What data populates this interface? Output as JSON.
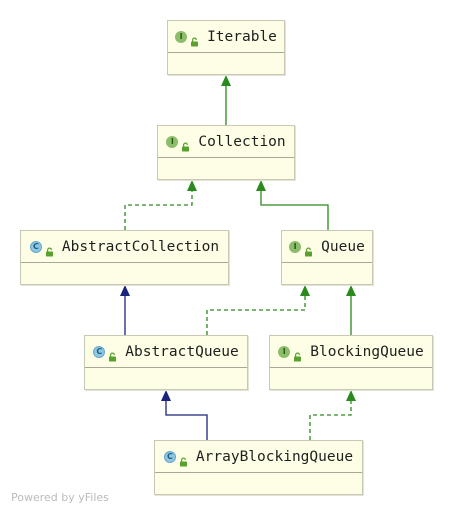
{
  "nodes": [
    {
      "id": "iterable",
      "label": "Iterable",
      "kind": "interface",
      "kind_letter": "I",
      "icon": "interface-icon"
    },
    {
      "id": "collection",
      "label": "Collection",
      "kind": "interface",
      "kind_letter": "I",
      "icon": "interface-icon"
    },
    {
      "id": "abstractcollection",
      "label": "AbstractCollection",
      "kind": "class",
      "kind_letter": "C",
      "icon": "abstract-class-icon"
    },
    {
      "id": "queue",
      "label": "Queue",
      "kind": "interface",
      "kind_letter": "I",
      "icon": "interface-icon"
    },
    {
      "id": "abstractqueue",
      "label": "AbstractQueue",
      "kind": "class",
      "kind_letter": "C",
      "icon": "abstract-class-icon"
    },
    {
      "id": "blockingqueue",
      "label": "BlockingQueue",
      "kind": "interface",
      "kind_letter": "I",
      "icon": "interface-icon"
    },
    {
      "id": "arrayblockingqueue",
      "label": "ArrayBlockingQueue",
      "kind": "class",
      "kind_letter": "C",
      "icon": "class-icon"
    }
  ],
  "edges": [
    {
      "from": "collection",
      "to": "iterable",
      "type": "extends"
    },
    {
      "from": "abstractcollection",
      "to": "collection",
      "type": "implements"
    },
    {
      "from": "queue",
      "to": "collection",
      "type": "extends"
    },
    {
      "from": "abstractqueue",
      "to": "abstractcollection",
      "type": "class-extends"
    },
    {
      "from": "abstractqueue",
      "to": "queue",
      "type": "implements"
    },
    {
      "from": "blockingqueue",
      "to": "queue",
      "type": "extends"
    },
    {
      "from": "arrayblockingqueue",
      "to": "abstractqueue",
      "type": "class-extends"
    },
    {
      "from": "arrayblockingqueue",
      "to": "blockingqueue",
      "type": "implements"
    }
  ],
  "colors": {
    "interface_edge": "#2b8a1e",
    "class_edge": "#1a237e",
    "node_fill": "#fefee6",
    "node_border": "#c8c8b4"
  },
  "footer": {
    "text": "Powered by yFiles"
  }
}
